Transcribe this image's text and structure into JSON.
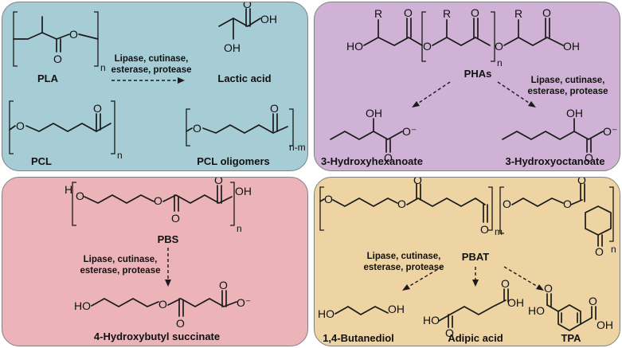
{
  "panels": {
    "top_left": {
      "pla": "PLA",
      "enzymes_line1": "Lipase, cutinase,",
      "enzymes_line2": "esterase, protease",
      "lactic_acid": "Lactic acid",
      "pcl": "PCL",
      "pcl_oligomers": "PCL oligomers",
      "sub_n": "n",
      "sub_nm": "n-m"
    },
    "top_right": {
      "phas": "PHAs",
      "enzymes_line1": "Lipase, cutinase,",
      "enzymes_line2": "esterase, protease",
      "hydroxyhexanoate": "3-Hydroxyhexanoate",
      "hydroxyoctanoate": "3-Hydroxyoctanoate",
      "sub_n": "n"
    },
    "bottom_left": {
      "pbs": "PBS",
      "enzymes_line1": "Lipase, cutinase,",
      "enzymes_line2": "esterase, protease",
      "hydroxybutyl_succinate": "4-Hydroxybutyl succinate",
      "sub_n": "n"
    },
    "bottom_right": {
      "pbat": "PBAT",
      "enzymes_line1": "Lipase, cutinase,",
      "enzymes_line2": "esterase, protease",
      "butanediol": "1,4-Butanediol",
      "adipic_acid": "Adipic acid",
      "tpa": "TPA",
      "sub_m": "m",
      "sub_n": "n"
    }
  },
  "atoms": {
    "O": "O",
    "OH": "OH",
    "HO": "HO",
    "H": "H",
    "R": "R",
    "Ominus": "O⁻"
  },
  "colors": {
    "top_left_bg": "#a6ccd6",
    "top_right_bg": "#cfb2d5",
    "bottom_left_bg": "#ecb4b8",
    "bottom_right_bg": "#edd4a2"
  }
}
